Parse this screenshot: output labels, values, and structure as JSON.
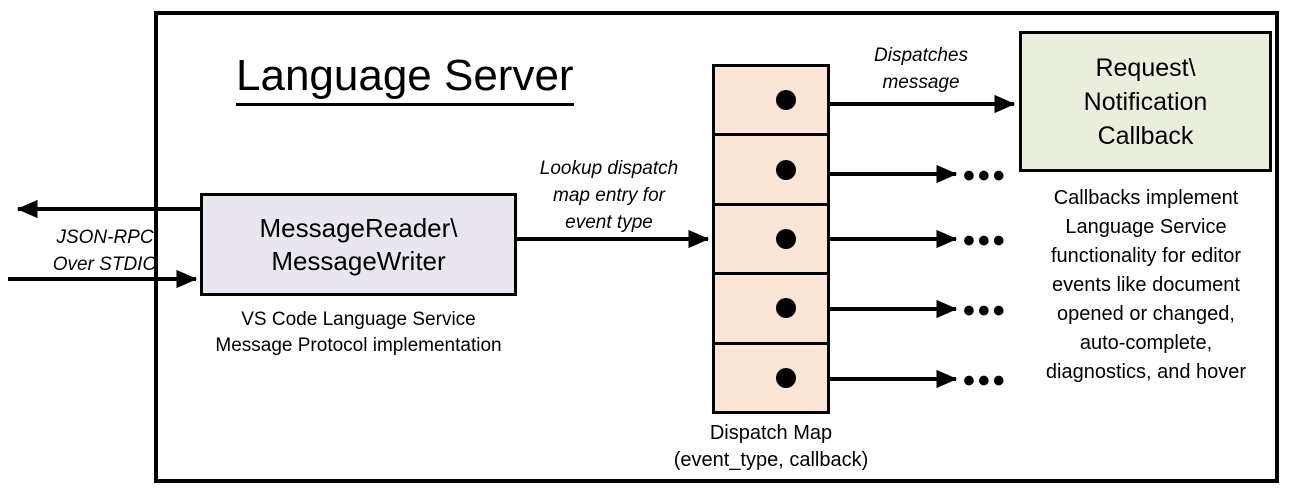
{
  "diagram": {
    "title": "Language Server",
    "boundary_label": "server-boundary"
  },
  "io": {
    "protocol_label_line1": "JSON-RPC",
    "protocol_label_line2": "Over STDIO",
    "outbound_arrow": "arrow-left",
    "inbound_arrow": "arrow-right"
  },
  "message_io": {
    "title_line1": "MessageReader\\",
    "title_line2": "MessageWriter",
    "caption_line1": "VS Code Language Service",
    "caption_line2": "Message Protocol implementation",
    "fill": "#EAE6F0"
  },
  "lookup": {
    "line1": "Lookup dispatch",
    "line2": "map entry for",
    "line3": "event type"
  },
  "dispatch_map": {
    "caption_line1": "Dispatch Map",
    "caption_line2": "(event_type, callback)",
    "fill": "#FBE5D6",
    "cells": [
      {
        "index": 0,
        "has_dot": true
      },
      {
        "index": 1,
        "has_dot": true
      },
      {
        "index": 2,
        "has_dot": true
      },
      {
        "index": 3,
        "has_dot": true
      },
      {
        "index": 4,
        "has_dot": true
      }
    ]
  },
  "dispatch": {
    "label_line1": "Dispatches",
    "label_line2": "message",
    "ellipsis": "•••"
  },
  "callback": {
    "title_line1": "Request\\",
    "title_line2": "Notification",
    "title_line3": "Callback",
    "fill": "#E9EFDC",
    "caption_line1": "Callbacks implement",
    "caption_line2": "Language Service",
    "caption_line3": "functionality for editor",
    "caption_line4": "events like document",
    "caption_line5": "opened or changed,",
    "caption_line6": "auto-complete,",
    "caption_line7": "diagnostics, and hover"
  },
  "colors": {
    "stroke": "#000000",
    "background": "#FFFFFF"
  }
}
